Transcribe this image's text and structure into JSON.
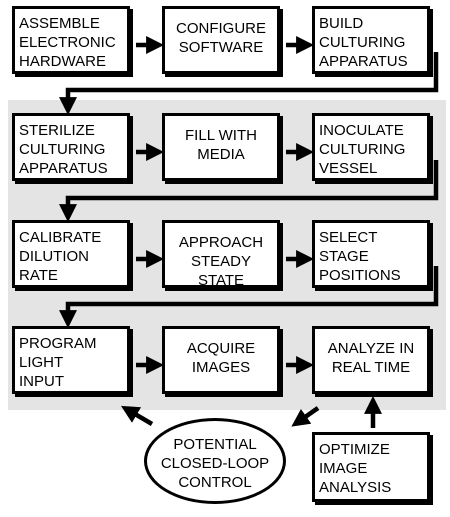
{
  "steps": [
    {
      "label": "ASSEMBLE\nELECTRONIC\nHARDWARE"
    },
    {
      "label": "CONFIGURE\nSOFTWARE"
    },
    {
      "label": "BUILD\nCULTURING\nAPPARATUS"
    },
    {
      "label": "STERILIZE\nCULTURING\nAPPARATUS"
    },
    {
      "label": "FILL WITH\nMEDIA"
    },
    {
      "label": "INOCULATE\nCULTURING\nVESSEL"
    },
    {
      "label": "CALIBRATE\nDILUTION\nRATE"
    },
    {
      "label": "APPROACH\nSTEADY\nSTATE"
    },
    {
      "label": "SELECT\nSTAGE\nPOSITIONS"
    },
    {
      "label": "PROGRAM\nLIGHT\nINPUT"
    },
    {
      "label": "ACQUIRE\nIMAGES"
    },
    {
      "label": "ANALYZE IN\nREAL TIME"
    },
    {
      "label": "OPTIMIZE\nIMAGE\nANALYSIS"
    }
  ],
  "loop": {
    "label": "POTENTIAL\nCLOSED-LOOP\nCONTROL"
  },
  "colors": {
    "panel": "#e4e4e4",
    "border": "#000000",
    "box": "#ffffff"
  }
}
